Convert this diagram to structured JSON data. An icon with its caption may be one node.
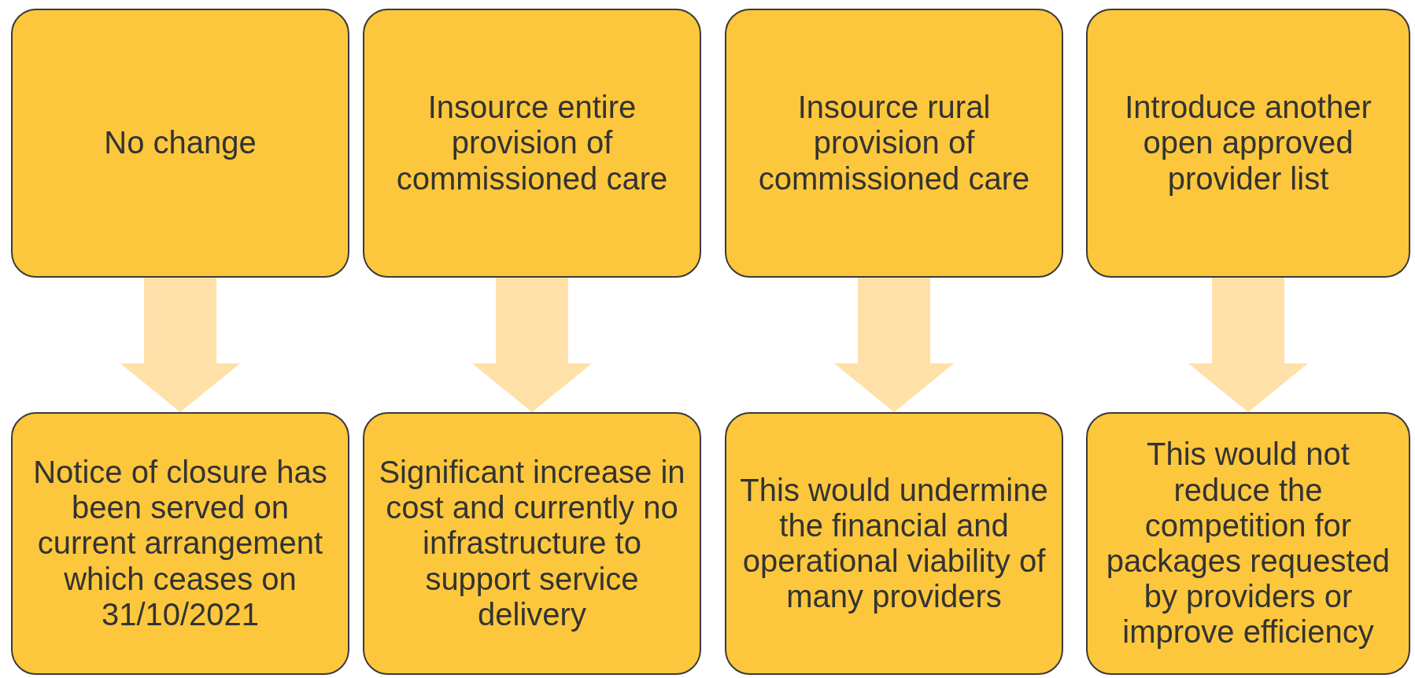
{
  "diagram": {
    "nodes": [
      {
        "text": [
          "No change"
        ]
      },
      {
        "text": [
          "Insource entire provision of commissioned care"
        ]
      },
      {
        "text": [
          "Insource rural provision of commissioned care"
        ]
      },
      {
        "text": [
          "Introduce another open approved provider list"
        ]
      },
      {
        "text": [
          "Notice of closure has been served on current arrangement which ceases on 31/10/2021"
        ]
      },
      {
        "text": [
          "Significant increase in cost and currently no infrastructure to support service delivery"
        ]
      },
      {
        "text": [
          "This would undermine the financial and operational viability of many providers"
        ]
      },
      {
        "text": [
          "This would not reduce the competition for packages requested by providers or improve efficiency"
        ]
      }
    ],
    "edges": [
      {
        "from": 0,
        "to": 4,
        "arrow": "to"
      },
      {
        "from": 1,
        "to": 5,
        "arrow": "to"
      },
      {
        "from": 2,
        "to": 6,
        "arrow": "to"
      },
      {
        "from": 3,
        "to": 7,
        "arrow": "to"
      }
    ]
  }
}
